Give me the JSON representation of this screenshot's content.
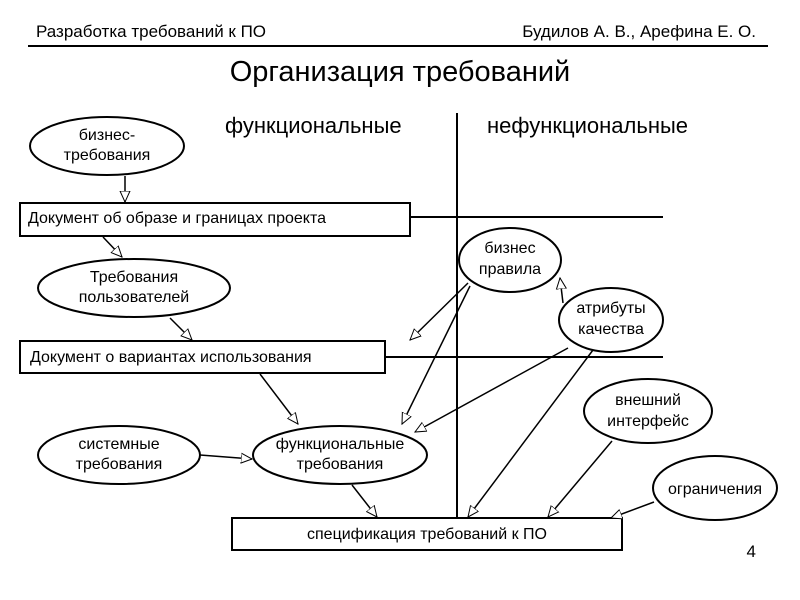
{
  "header": {
    "course": "Разработка требований к ПО",
    "authors": "Будилов А. В., Арефина Е. О."
  },
  "title": "Организация требований",
  "columns": {
    "functional": "функциональные",
    "nonfunctional": "нефункциональные"
  },
  "nodes": {
    "business_req": [
      "бизнес-",
      "требования"
    ],
    "vision_doc": "Документ об образе и границах проекта",
    "user_req": [
      "Требования",
      "пользователей"
    ],
    "use_case_doc": "Документ о вариантах использования",
    "system_req": [
      "системные",
      "требования"
    ],
    "functional_req": [
      "функциональные",
      "требования"
    ],
    "business_rules": [
      "бизнес",
      "правила"
    ],
    "quality_attr": [
      "атрибуты",
      "качества"
    ],
    "external_iface": [
      "внешний",
      "интерфейс"
    ],
    "constraints": "ограничения",
    "srs": "спецификация требований к ПО"
  },
  "page_number": "4"
}
